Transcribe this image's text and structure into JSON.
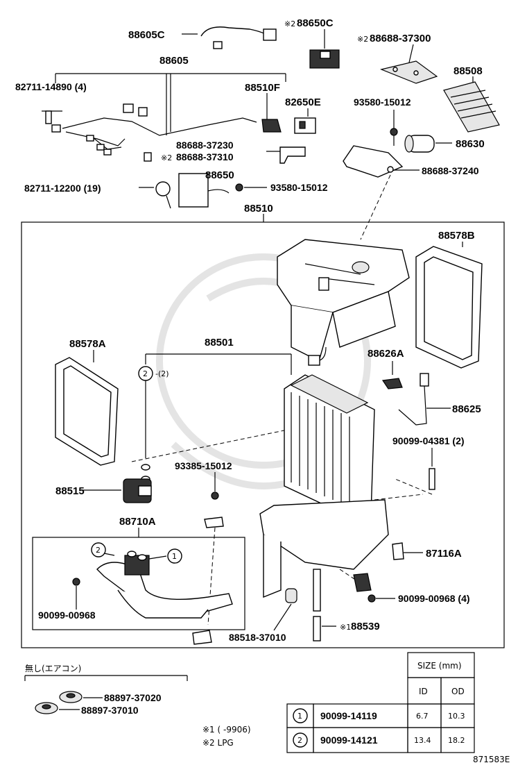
{
  "labels": {
    "p88605C": "88605C",
    "p88650C": "88650C",
    "p88688_37300": "88688-37300",
    "p88605": "88605",
    "p82711_14890": "82711-14890 (4)",
    "p88510F": "88510F",
    "p88508": "88508",
    "p82650E": "82650E",
    "p93580_15012a": "93580-15012",
    "p88630": "88630",
    "p88688_37230": "88688-37230",
    "p88688_37310": "88688-37310",
    "p88688_37240": "88688-37240",
    "p88650": "88650",
    "p82711_12200": "82711-12200 (19)",
    "p93580_15012b": "93580-15012",
    "p88510": "88510",
    "p88578B": "88578B",
    "p88578A": "88578A",
    "p88501": "88501",
    "p88626A": "88626A",
    "p88625": "88625",
    "p90099_04381": "90099-04381 (2)",
    "p93385_15012": "93385-15012",
    "p88515": "88515",
    "p88710A": "88710A",
    "p87116A": "87116A",
    "p90099_00968a": "90099-00968 (4)",
    "p90099_00968b": "90099-00968",
    "p88518_37010": "88518-37010",
    "p88539": "88539",
    "p88897_37020": "88897-37020",
    "p88897_37010": "88897-37010",
    "callout_2_qty": "-(2)",
    "marker1": "1",
    "marker2": "2"
  },
  "marks": {
    "m2": "※2",
    "m1": "※1"
  },
  "bottom": {
    "nashi_title": "無し(エアコン)",
    "footnote1": "※1 (      -9906)",
    "footnote2": "※2 LPG",
    "diagram_code": "871583E"
  },
  "size_table": {
    "title": "SIZE (mm)",
    "columns": [
      "ID",
      "OD"
    ],
    "rows": [
      {
        "marker": "1",
        "part": "90099-14119",
        "id": "6.7",
        "od": "10.3"
      },
      {
        "marker": "2",
        "part": "90099-14121",
        "id": "13.4",
        "od": "18.2"
      }
    ]
  }
}
